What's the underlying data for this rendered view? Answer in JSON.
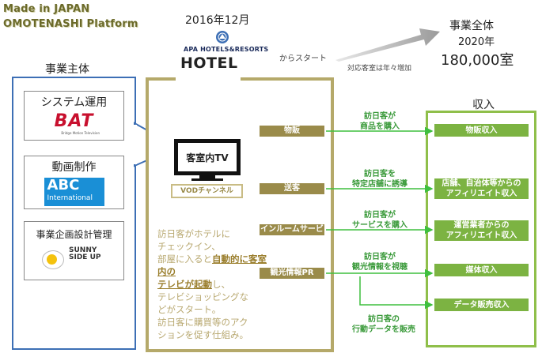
{
  "header": {
    "line1": "Made in JAPAN",
    "line2": "OMOTENASHI Platform"
  },
  "launch": {
    "date": "2016年12月",
    "brand": "APA HOTELS&RESORTS",
    "hotel_sign": "HOTEL"
  },
  "growth": {
    "start_label": "からスタート",
    "increase_label": "対応客室は年々増加",
    "total_label": "事業全体",
    "year": "2020年",
    "rooms": "180,000室"
  },
  "operators": {
    "title": "事業主体",
    "items": [
      {
        "role": "システム運用",
        "logo_text": "BAT",
        "logo_sub": "Bridge Motion Television"
      },
      {
        "role": "動画制作",
        "logo_text": "ABC",
        "logo_sub": "International"
      },
      {
        "role": "事業企画設計管理",
        "logo_text": "SUNNY SIDE UP",
        "logo_sub": ""
      }
    ]
  },
  "tv": {
    "label": "客室内TV",
    "channel": "VODチャンネル"
  },
  "description": {
    "part1": "訪日客がホテルに チェックイン、 部屋に入ると",
    "highlight": "自動的に客室内の テレビが起動",
    "part2": "し、 テレビショッピングな どがスタート。 訪日客に購買等のアク ションを促す仕組み。"
  },
  "services": [
    {
      "label": "物販",
      "action": "訪日客が\n商品を購入",
      "revenue": "物販収入"
    },
    {
      "label": "送客",
      "action": "訪日客を\n特定店舗に誘導",
      "revenue": "店舗、自治体等からの\nアフィリエイト収入"
    },
    {
      "label": "インルームサービス",
      "action": "訪日客が\nサービスを購入",
      "revenue": "運営業者からの\nアフィリエイト収入"
    },
    {
      "label": "観光情報PR",
      "action": "訪日客が\n観光情報を視聴",
      "revenue": "媒体収入"
    }
  ],
  "data_sales": {
    "action": "訪日客の\n行動データを販売",
    "revenue": "データ販売収入"
  },
  "revenue_title": "収入",
  "colors": {
    "gold": "#b5a96a",
    "green": "#7cb342",
    "blue": "#3d6fb5"
  }
}
